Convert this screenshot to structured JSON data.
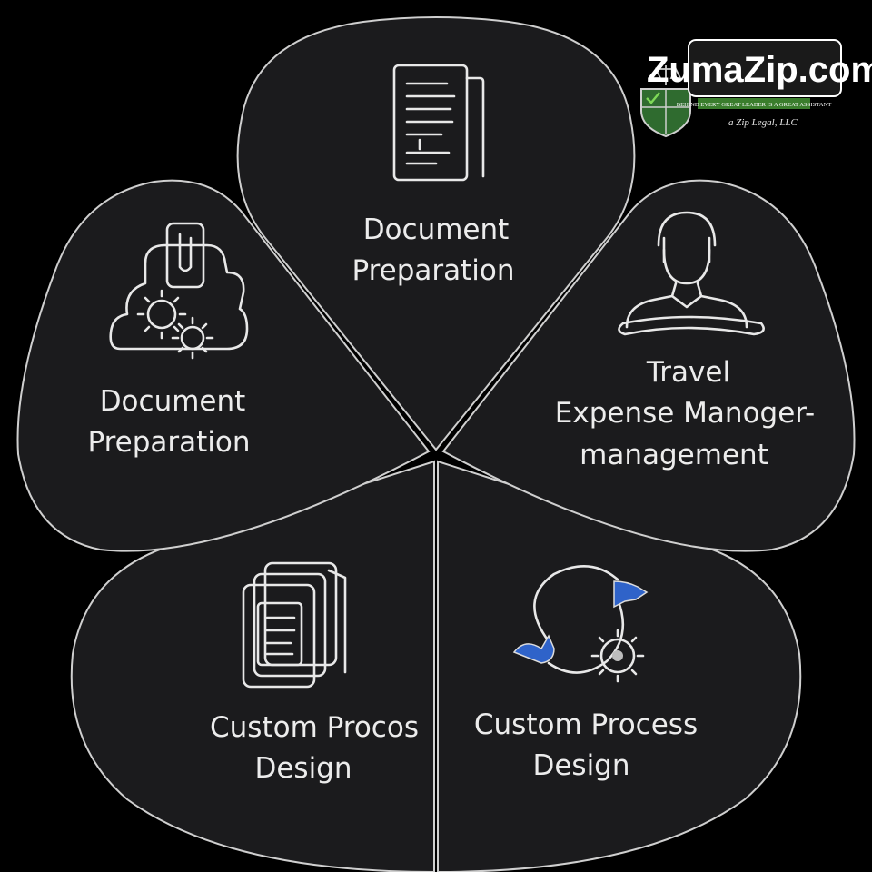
{
  "logo": {
    "name": "ZumaZip.com",
    "tagline": "BEHIND EVERY GREAT LEADER IS A GREAT ASSISTANT",
    "subline": "a Zip Legal, LLC",
    "colors": {
      "shield_green": "#2f6b2f",
      "banner_green": "#3a7d2c",
      "text_white": "#ffffff"
    }
  },
  "petals": [
    {
      "id": "top",
      "icon": "document-icon",
      "line1": "Document",
      "line2": "Preparation"
    },
    {
      "id": "left",
      "icon": "cloud-document-gears-icon",
      "line1": "Document",
      "line2": "Preparation"
    },
    {
      "id": "right",
      "icon": "headset-person-icon",
      "line1": "Travel",
      "line2": "Expense Manoger-",
      "line3": "management"
    },
    {
      "id": "bottom-left",
      "icon": "stacked-documents-icon",
      "line1": "Custom Procos",
      "line2": "Design"
    },
    {
      "id": "bottom-right",
      "icon": "cycle-gear-icon",
      "line1": "Custom Process",
      "line2": "Design"
    }
  ],
  "colors": {
    "background": "#000000",
    "petal_fill": "#1b1b1d",
    "petal_stroke": "#cfcfcf",
    "accent_blue": "#2f63c9"
  }
}
